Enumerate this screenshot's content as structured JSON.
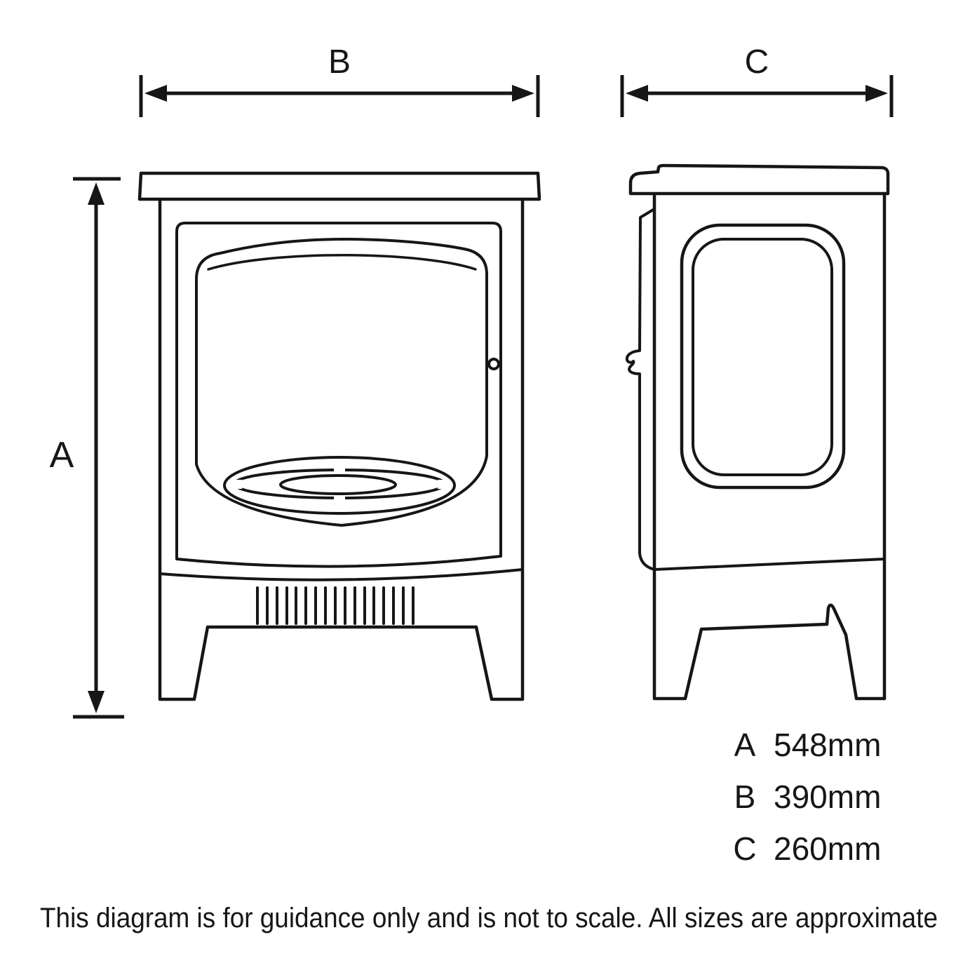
{
  "page": {
    "background_color": "#ffffff",
    "line_color": "#161616"
  },
  "annotations": {
    "height_label": "A",
    "width_label": "B",
    "depth_label": "C"
  },
  "legend": {
    "rows": [
      {
        "letter": "A",
        "value": "548mm"
      },
      {
        "letter": "B",
        "value": "390mm"
      },
      {
        "letter": "C",
        "value": "260mm"
      }
    ]
  },
  "footer": {
    "disclaimer": "This diagram is for guidance only and is not to scale. All sizes are approximate"
  }
}
